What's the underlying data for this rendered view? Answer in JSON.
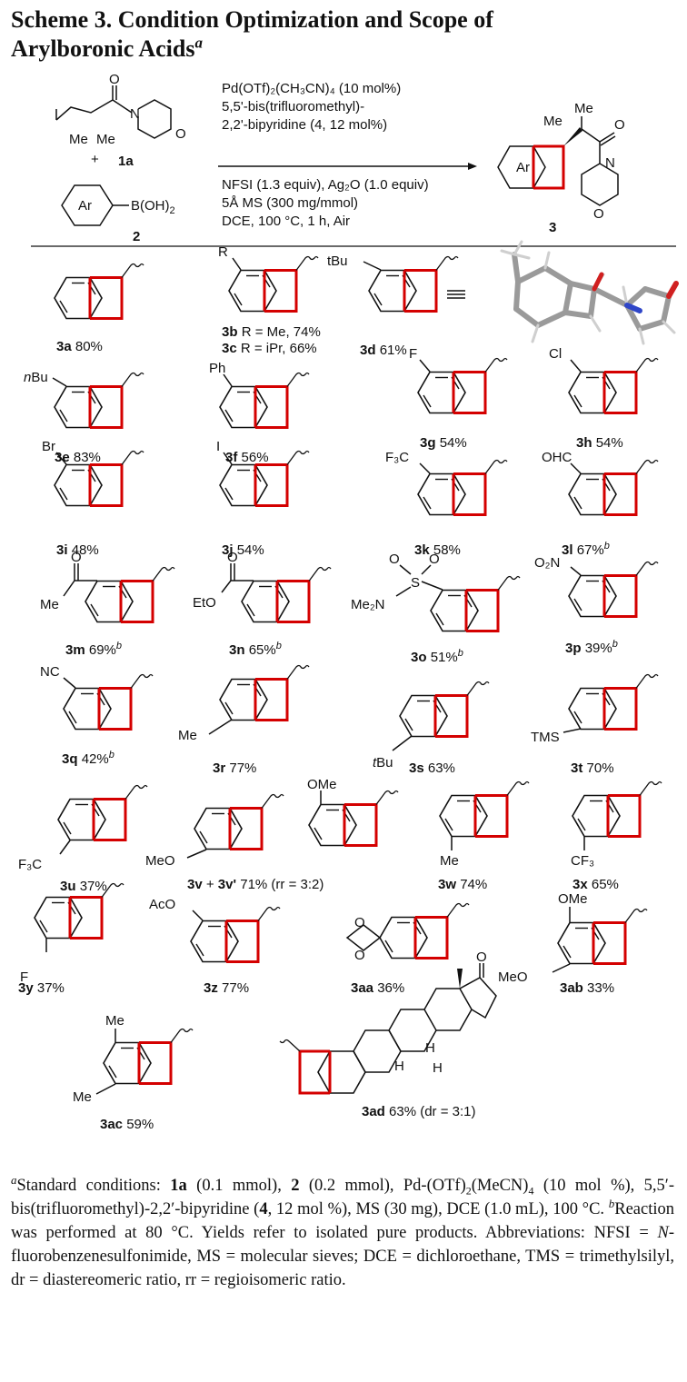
{
  "title": {
    "line1": "Scheme 3. Condition Optimization and Scope of",
    "line2": "Arylboronic Acids",
    "mark": "a"
  },
  "reaction": {
    "reagent1_label": "1a",
    "reagent2_label": "2",
    "product_label": "3",
    "ar_label": "Ar",
    "boronic": "B(OH)",
    "boronic_sub": "2",
    "me": "Me",
    "plus": "+",
    "conditions": [
      "Pd(OTf)₂(CH₃CN)₄ (10 mol%)",
      "5,5'-bis(trifluoromethyl)-",
      "2,2'-bipyridine (4, 12 mol%)",
      "NFSI (1.3 equiv), Ag₂O (1.0 equiv)",
      "5Å MS (300 mg/mmol)",
      "DCE, 100 °C, 1 h, Air"
    ]
  },
  "products": [
    {
      "id": "3a",
      "yield": "80%",
      "sub": "",
      "note": ""
    },
    {
      "id": "3b",
      "yield": "R = Me, 74%",
      "sub": "R",
      "note": ""
    },
    {
      "id": "3c",
      "yield": "R = iPr, 66%",
      "sub": "",
      "note": ""
    },
    {
      "id": "3d",
      "yield": "61%",
      "sub": "tBu",
      "note": ""
    },
    {
      "id": "3e",
      "yield": "83%",
      "sub": "nBu",
      "note": ""
    },
    {
      "id": "3f",
      "yield": "56%",
      "sub": "Ph",
      "note": ""
    },
    {
      "id": "3g",
      "yield": "54%",
      "sub": "F",
      "note": ""
    },
    {
      "id": "3h",
      "yield": "54%",
      "sub": "Cl",
      "note": ""
    },
    {
      "id": "3i",
      "yield": "48%",
      "sub": "Br",
      "note": ""
    },
    {
      "id": "3j",
      "yield": "54%",
      "sub": "I",
      "note": ""
    },
    {
      "id": "3k",
      "yield": "58%",
      "sub": "F₃C",
      "note": ""
    },
    {
      "id": "3l",
      "yield": "67%",
      "sub": "OHC",
      "note": "b"
    },
    {
      "id": "3m",
      "yield": "69%",
      "sub": "Me",
      "note": "b"
    },
    {
      "id": "3n",
      "yield": "65%",
      "sub": "EtO",
      "note": "b"
    },
    {
      "id": "3o",
      "yield": "51%",
      "sub": "Me₂N",
      "note": "b"
    },
    {
      "id": "3p",
      "yield": "39%",
      "sub": "O₂N",
      "note": "b"
    },
    {
      "id": "3q",
      "yield": "42%",
      "sub": "NC",
      "note": "b"
    },
    {
      "id": "3r",
      "yield": "77%",
      "sub": "Me",
      "note": ""
    },
    {
      "id": "3s",
      "yield": "63%",
      "sub": "tBu",
      "note": ""
    },
    {
      "id": "3t",
      "yield": "70%",
      "sub": "TMS",
      "note": ""
    },
    {
      "id": "3u",
      "yield": "37%",
      "sub": "F₃C",
      "note": ""
    },
    {
      "id": "3v",
      "yield": "3v + 3v' 71% (rr = 3:2)",
      "sub": "MeO",
      "note": ""
    },
    {
      "id": "3w",
      "yield": "74%",
      "sub": "Me",
      "note": ""
    },
    {
      "id": "3x",
      "yield": "65%",
      "sub": "CF₃",
      "note": ""
    },
    {
      "id": "3y",
      "yield": "37%",
      "sub": "F",
      "note": ""
    },
    {
      "id": "3z",
      "yield": "77%",
      "sub": "AcO",
      "note": ""
    },
    {
      "id": "3aa",
      "yield": "36%",
      "sub": "",
      "note": ""
    },
    {
      "id": "3ab",
      "yield": "33%",
      "sub": "MeO",
      "note": ""
    },
    {
      "id": "3ac",
      "yield": "59%",
      "sub": "Me",
      "note": ""
    },
    {
      "id": "3ad",
      "yield": "63% (dr = 3:1)",
      "sub": "",
      "note": ""
    }
  ],
  "extra_labels": {
    "ome": "OMe",
    "o": "O",
    "s": "S",
    "h": "H",
    "n": "N"
  },
  "footnote": {
    "a_mark": "a",
    "part1": "Standard conditions: ",
    "r1": "1a",
    "part2": " (0.1 mmol), ",
    "r2": "2",
    "part3": " (0.2 mmol), Pd-(OTf)",
    "part3b": "2",
    "part3c": "(MeCN)",
    "part3d": "4",
    "part4": " (10 mol %), 5,5′-bis(trifluoromethyl)-2,2′-bipyridine (",
    "r4": "4",
    "part5": ", 12 mol %), MS (30 mg), DCE (1.0 mL), 100 °C. ",
    "b_mark": "b",
    "part6": "Reaction was performed at 80 °C. Yields refer to isolated pure products. Abbreviations: NFSI = ",
    "nital": "N",
    "part7": "-fluorobenzenesulfonimide, MS = molecular sieves; DCE = dichloroethane, TMS = trimethylsilyl, dr = diastereomeric ratio, rr = regioisomeric ratio."
  },
  "colors": {
    "ring_red": "#d40000",
    "ink": "#111111"
  }
}
